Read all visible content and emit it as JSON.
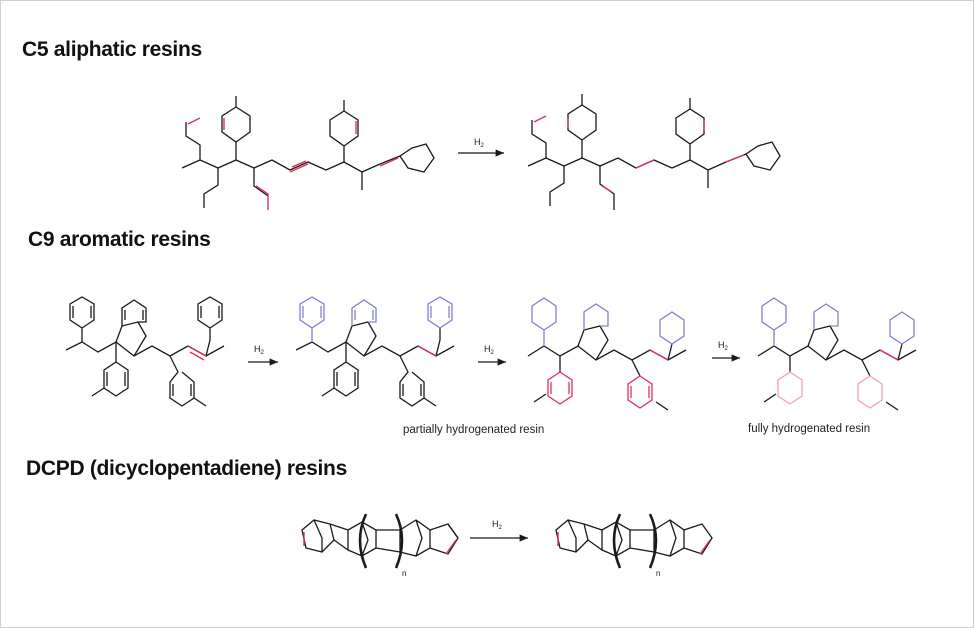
{
  "sections": {
    "c5": {
      "title": "C5 aliphatic resins"
    },
    "c9": {
      "title": "C9 aromatic resins"
    },
    "dcpd": {
      "title": "DCPD  (dicyclopentadiene) resins"
    }
  },
  "captions": {
    "partial": "partially hydrogenated resin",
    "full": "fully hydrogenated resin"
  },
  "reagent": {
    "main": "H",
    "sub": "2"
  },
  "repeat_label": "n",
  "colors": {
    "bond": "#1a1a1a",
    "unsaturated": "#e0305a",
    "aromatic_ring": "#8080d0",
    "hydrogenated_ring": "#f2a0b8"
  }
}
